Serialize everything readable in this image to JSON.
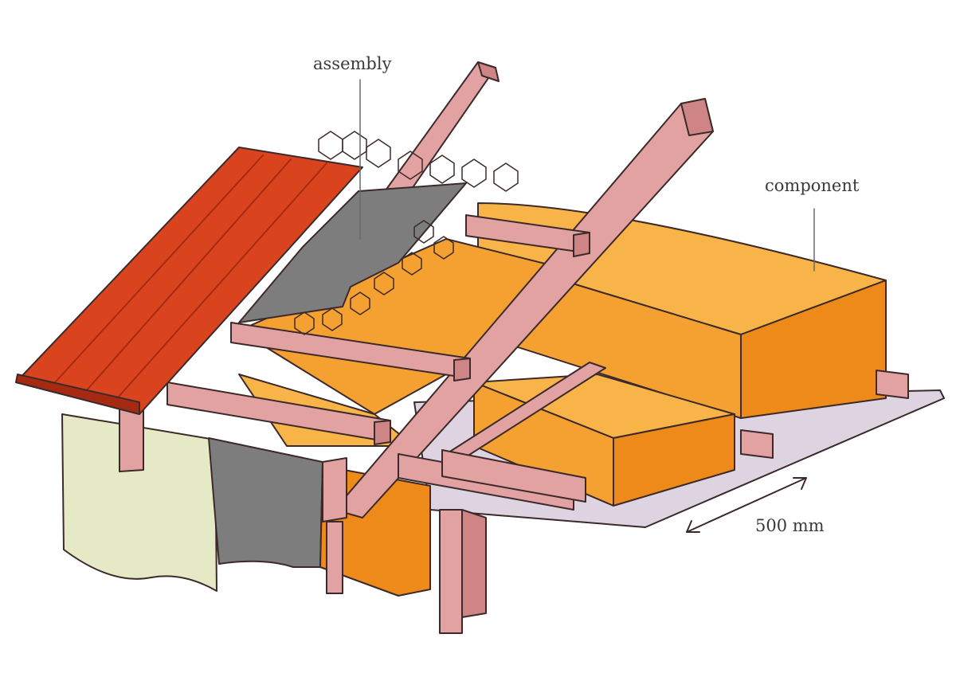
{
  "labels": {
    "assembly": "assembly",
    "component": "component",
    "dimension": "500 mm"
  },
  "colors": {
    "roof_sheet": "#d9441f",
    "roof_sheet_dark": "#a62a12",
    "timber": "#e3a2a2",
    "timber_side": "#cf8585",
    "insulation": "#f5a131",
    "insulation_light": "#f8b448",
    "insulation_dark": "#ee8a1a",
    "membrane": "#7d7d7d",
    "wall_board": "#e6e9c6",
    "ceiling": "#ddd3e1",
    "outline": "#3c2a2a"
  },
  "icons": [
    "chicken-wire-mesh",
    "dimension-arrow"
  ]
}
